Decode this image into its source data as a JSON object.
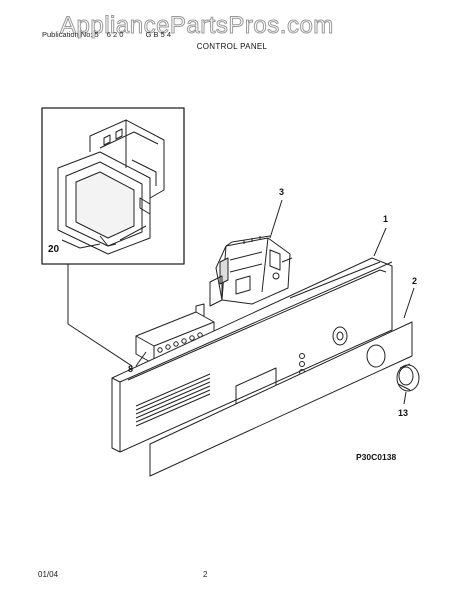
{
  "watermark": "AppliancePartsPros.com",
  "header": {
    "publication": "Publication No: 5",
    "publication_tail": "6 2 0",
    "model_code": "G B  5 4",
    "section_title": "CONTROL PANEL"
  },
  "callouts": {
    "c1": "1",
    "c2": "2",
    "c3": "3",
    "c8": "8",
    "c13": "13",
    "c20": "20"
  },
  "diagram_code": "P30C0138",
  "footer": {
    "date": "01/04",
    "page": "2"
  }
}
